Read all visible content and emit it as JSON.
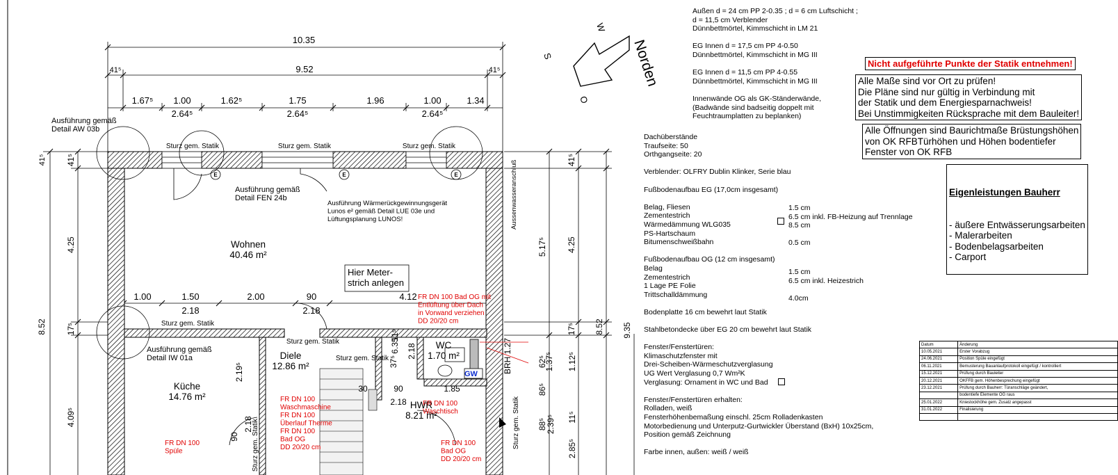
{
  "dimensions": {
    "top_total": "10.35",
    "top_inner": "9.52",
    "top_left_wall": "41⁵",
    "top_right_wall": "41⁵",
    "top_segments": [
      "1.67⁵",
      "1.00",
      "1.62⁵",
      "1.75",
      "1.96",
      "1.00",
      "1.34"
    ],
    "top_openings": [
      "2.64⁵",
      "2.64⁵",
      "2.64⁵"
    ],
    "mid_segments": [
      "1.00",
      "1.50",
      "2.00",
      "90",
      "4.12"
    ],
    "mid_openings": [
      "2.18",
      "2.18"
    ],
    "left_outer": "8.52",
    "left_chain": [
      "41⁵",
      "4.25",
      "17⁵",
      "4.09⁵"
    ],
    "left_inner_top": "41⁵",
    "right_chain": [
      "41⁵",
      "4.25",
      "17⁵"
    ],
    "right_outer_a": "8.52",
    "right_outer_b": "9.35",
    "right_inner": [
      "5.17⁵",
      "1.37⁵",
      "2.39⁵",
      "1.12⁵",
      "62⁵",
      "86⁵",
      "88⁵",
      "11⁵",
      "2.85⁵"
    ],
    "interior": [
      "2.19⁵",
      "37⁵",
      "6.35",
      "11⁵",
      "2.18",
      "30",
      "90",
      "2.18",
      "1.85",
      "90",
      "2.18",
      "BRH 1.27"
    ]
  },
  "plan_labels": {
    "rooms": [
      {
        "name": "Wohnen",
        "area": "40.46 m²"
      },
      {
        "name": "Diele",
        "area": "12.86 m²"
      },
      {
        "name": "Küche",
        "area": "14.76 m²"
      },
      {
        "name": "WC",
        "area": "1.70 m²"
      },
      {
        "name": "HWR",
        "area": "8.21 m²"
      }
    ],
    "sturz": "Sturz gem. Statik",
    "details": [
      "Ausführung gemäß\nDetail AW 03b",
      "Ausführung gemäß\nDetail FEN 24b",
      "Ausführung gemäß\nDetail IW 01a"
    ],
    "lueftung": "Ausführung Wärmerückgewinnungsgerät\nLunos e² gemäß Detail LUE 03e und\nLüftungsplanung LUNOS!",
    "aussenwasser": "Aussenwasseranschluß",
    "meterstrich": "Hier Meter-\nstrich anlegen",
    "gw": "GW",
    "e_symbol": "E",
    "red_notes": [
      "FR DN 100 Bad OG mit\nEntlüftung über Dach\nin Vorwand verziehen\nDD 20/20 cm",
      "FR DN 100\nWaschmaschine\nFR DN 100\nÜberlauf Therme\nFR DN 100\nBad OG\nDD 20/20 cm",
      "FR DN 100\nWaschtisch",
      "FR DN 100\nSpüle",
      "FR DN 100\nBad OG\nDD 20/20 cm"
    ]
  },
  "compass": {
    "north": "Norden",
    "w": "W",
    "s": "S",
    "o": "O"
  },
  "wall_notes": [
    "Außen d = 24 cm PP 2-0.35 ; d = 6 cm Luftschicht ;",
    "d = 11,5 cm Verblender",
    "Dünnbettmörtel, Kimmschicht in LM 21",
    "",
    "EG Innen d = 17,5 cm PP 4-0.50",
    "Dünnbettmörtel, Kimmschicht in MG III",
    "",
    "EG Innen d = 11,5 cm PP 4-0.55",
    "Dünnbettmörtel, Kimmschicht in MG III",
    "",
    "Innenwände OG als GK-Ständerwände,",
    "(Badwände sind badseitig doppelt mit",
    "Feuchtraumplatten zu beplanken)"
  ],
  "spec_notes": [
    "Dachüberstände",
    "Traufseite: 50",
    "Orthgangseite: 20",
    "",
    "Verblender: OLFRY Dublin Klinker, Serie blau",
    "",
    "Fußbodenaufbau EG (17,0cm insgesamt)",
    "",
    "Belag, Fliesen",
    "Zementestrich",
    "Wärmedämmung WLG035",
    "PS-Hartschaum",
    "Bitumenschweißbahn",
    "",
    "Fußbodenaufbau OG (12 cm insgesamt)",
    "Belag",
    "Zementestrich",
    "1 Lage PE Folie",
    "Trittschalldämmung",
    "",
    "Bodenplatte 16 cm bewehrt laut Statik",
    "",
    "Stahlbetondecke über EG 20 cm bewehrt laut Statik",
    "",
    "Fenster/Fenstertüren:",
    "Klimaschutzfenster mit",
    "Drei-Scheiben-Wärmeschutzverglasung",
    "UG Wert Verglasung 0,7 Wm²K",
    "Verglasung: Ornament in WC und Bad",
    "",
    "Fenster/Fenstertüren erhalten:",
    "Rolladen, weiß",
    "Fensterhöhenbemaßung einschl. 25cm Rolladenkasten",
    "Motorbedienung und Unterputz-Gurtwickler Überstand (BxH) 10x25cm,",
    "Position gemäß Zeichnung",
    "",
    "Farbe innen, außen: weiß / weiß"
  ],
  "spec_values": {
    "eg": [
      "1.5 cm",
      "6.5 cm inkl. FB-Heizung auf Trennlage",
      "8.5 cm",
      "",
      "0.5 cm"
    ],
    "og": [
      "1.5 cm",
      "6.5 cm inkl. Heizestrich",
      "",
      "4.0cm"
    ]
  },
  "warning": "Nicht aufgeführte Punkte der Statik entnehmen!",
  "info_box": "Alle Maße sind vor Ort zu prüfen!\nDie Pläne sind nur gültig in Verbindung mit\nder Statik und dem Energiesparnachweis!\nBei Unstimmigkeiten Rücksprache mit dem Bauleiter!",
  "openings_box": "Alle Öffnungen sind Baurichtmaße Brüstungshöhen\nvon OK RFBTürhöhen und Höhen bodentiefer\nFenster von OK RFB",
  "eigenleistungen": {
    "title": "Eigenleistungen Bauherr",
    "items": [
      "- äußere Entwässerungsarbeiten",
      "- Malerarbeiten",
      "- Bodenbelagsarbeiten",
      "- Carport"
    ]
  },
  "revisions": {
    "headers": [
      "Datum",
      "Änderung"
    ],
    "rows": [
      [
        "10.05.2021",
        "Erster Vorabzug"
      ],
      [
        "24.06.2021",
        "Position Spüle eingefügt"
      ],
      [
        "06.11.2021",
        "Bemusterung Bauanlaufprotokoll eingefügt / kontrolliert"
      ],
      [
        "15.12.2021",
        "Prüfung durch Bauleiter"
      ],
      [
        "20.12.2021",
        "OKFFB gem. Höhenbesprechung eingefügt"
      ],
      [
        "23.12.2021",
        "Prüfung durch Bauherr: Türanschläge geändert,"
      ],
      [
        "",
        "bodentiefe Elemente OG raus"
      ],
      [
        "25.01.2022",
        "Kniestockhöhe gem. Zusatz angepasst"
      ],
      [
        "31.01.2022",
        "Finalisierung"
      ],
      [
        "",
        ""
      ]
    ]
  }
}
